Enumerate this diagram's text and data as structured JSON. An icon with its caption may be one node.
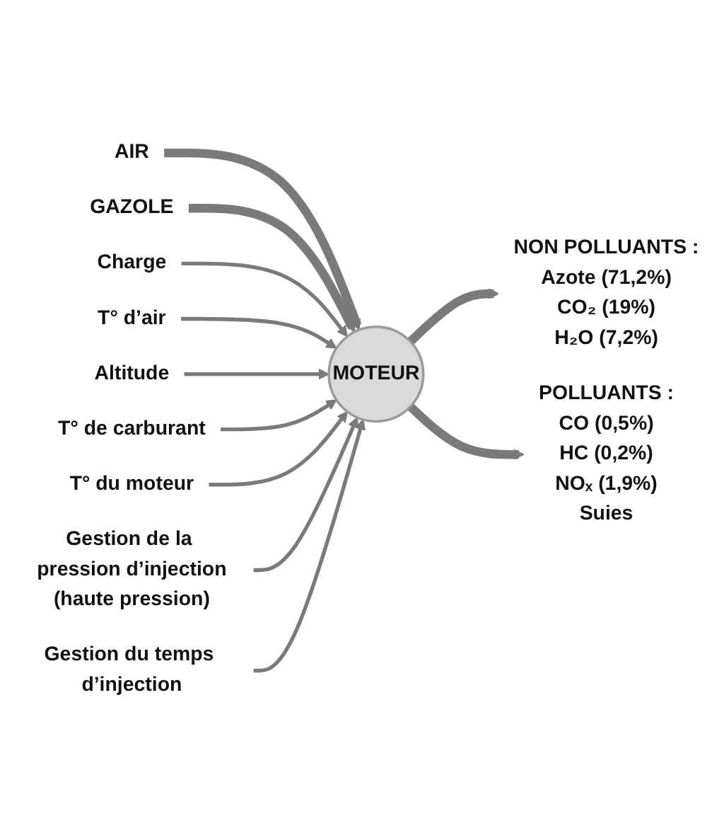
{
  "diagram": {
    "nodes": [
      {
        "text": [
          "AIR"
        ]
      },
      {
        "text": [
          "GAZOLE"
        ]
      },
      {
        "text": [
          "Charge"
        ]
      },
      {
        "text": [
          "Gestion de la pression d’injection",
          "(haute pression)"
        ]
      },
      {
        "text": [
          "T° d’air"
        ]
      },
      {
        "text": [
          "Altitude"
        ]
      },
      {
        "text": [
          "MOTEUR"
        ]
      },
      {
        "text": [
          "T° de carburant"
        ]
      },
      {
        "text": [
          "Gestion du temps d’injection"
        ]
      },
      {
        "text": [
          "T° du moteur"
        ]
      },
      {
        "text": [
          "NON POLLUANTS :",
          "Azote (71,2%)",
          "CO₂ (19%)",
          "H₂O (7,2%)"
        ]
      },
      {
        "text": [
          "POLLUANTS :",
          "CO (0,5%)",
          "HC (0,2%)",
          "NOₓ (1,9%)",
          "Suies"
        ]
      }
    ],
    "edges": [
      {
        "from": 0,
        "to": 6,
        "arrow": "to",
        "style": "thick"
      },
      {
        "from": 1,
        "to": 6,
        "arrow": "to",
        "style": "thick"
      },
      {
        "from": 2,
        "to": 6,
        "arrow": "to"
      },
      {
        "from": 4,
        "to": 6,
        "arrow": "to"
      },
      {
        "from": 5,
        "to": 6,
        "arrow": "to"
      },
      {
        "from": 7,
        "to": 6,
        "arrow": "to"
      },
      {
        "from": 9,
        "to": 6,
        "arrow": "to"
      },
      {
        "from": 3,
        "to": 6,
        "arrow": "to"
      },
      {
        "from": 8,
        "to": 6,
        "arrow": "to"
      },
      {
        "from": 6,
        "to": 10,
        "arrow": "to",
        "style": "thick"
      },
      {
        "from": 6,
        "to": 11,
        "arrow": "to",
        "style": "thick"
      }
    ]
  }
}
